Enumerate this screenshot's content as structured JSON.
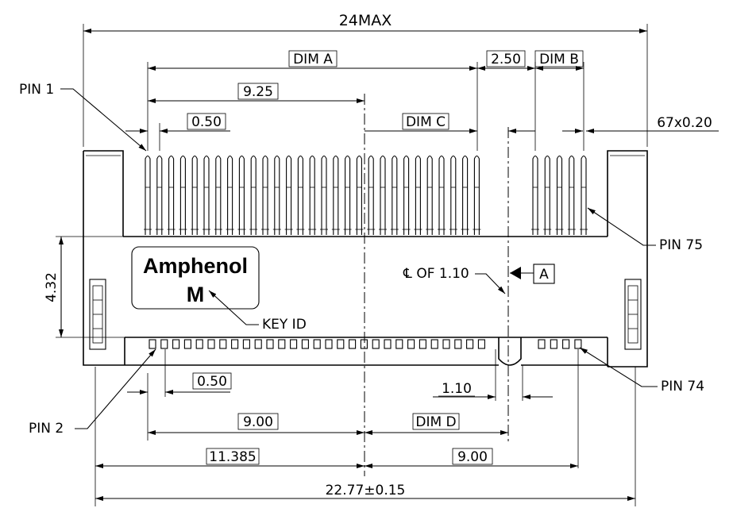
{
  "dimensions": {
    "overall_max": "24MAX",
    "dim_a": "DIM A",
    "dim_b": "DIM B",
    "dim_c": "DIM C",
    "dim_d": "DIM D",
    "pitch_250": "2.50",
    "half_pitch_top": "9.25",
    "pitch_top": "0.50",
    "pin_count_pitch": "67x0.20",
    "height": "4.32",
    "pitch_bottom": "0.50",
    "key_width": "1.10",
    "bottom_left_half": "9.00",
    "bottom_left_total": "11.385",
    "bottom_right_half": "9.00",
    "overall_width": "22.77±0.15"
  },
  "labels": {
    "pin_1": "PIN 1",
    "pin_2": "PIN 2",
    "pin_74": "PIN 74",
    "pin_75": "PIN 75",
    "key_id": "KEY ID",
    "centerline_note": "℄ OF 1.10",
    "datum": "A"
  },
  "logo": {
    "brand": "Amphenol",
    "mark": "M"
  }
}
